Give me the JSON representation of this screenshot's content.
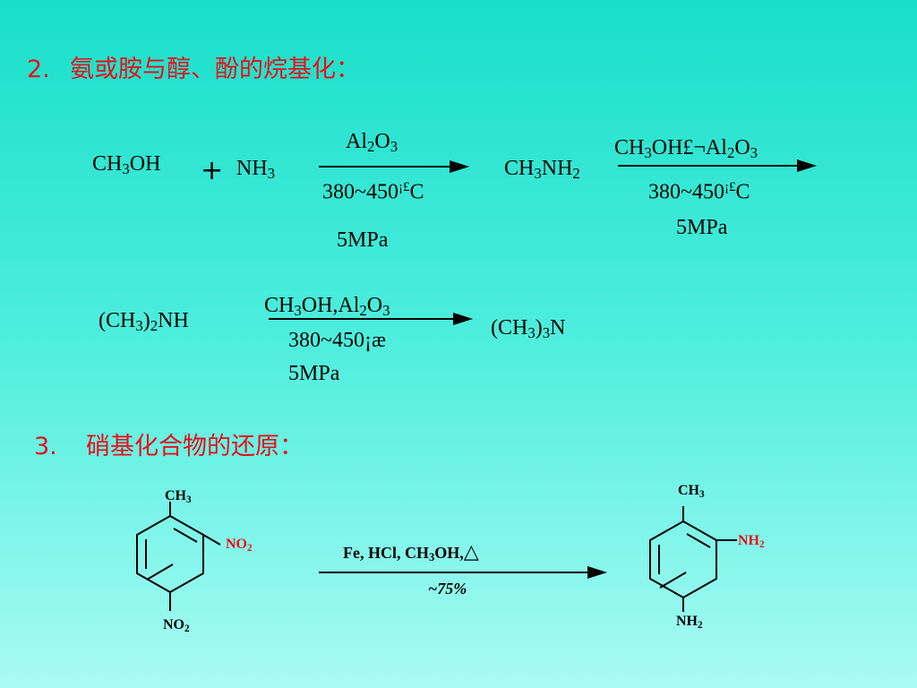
{
  "section2": {
    "number": "2.",
    "title": "氨或胺与醇、酚的烷基化："
  },
  "reaction1": {
    "reactant1": "CH3OH",
    "plus": "+",
    "reactant2": "NH3",
    "step1": {
      "above": "Al2O3",
      "below_temp": "380~450",
      "below_deg": "¡£",
      "below_unit": "C",
      "below2": "5MPa"
    },
    "product1": "CH3NH2",
    "step2": {
      "above": "CH3OH£¬Al2O3",
      "below_temp": "380~450",
      "below_deg": "¡£",
      "below_unit": "C",
      "below2": "5MPa"
    }
  },
  "reaction2": {
    "reactant": "(CH3)2NH",
    "above": "CH3OH,Al2O3",
    "below1": "380~450¡æ",
    "below2": "5MPa",
    "product": "(CH3)3N"
  },
  "section3": {
    "number": "3.",
    "title": "硝基化合物的还原："
  },
  "reaction3": {
    "reactant": {
      "top": "CH3",
      "side": "NO2",
      "bottom": "NO2"
    },
    "conditions_above": "Fe, HCl, CH3OH,",
    "conditions_symbol": "△",
    "conditions_below": "~75%",
    "product": {
      "top": "CH3",
      "side": "NH2",
      "bottom": "NH2"
    }
  },
  "colors": {
    "heading": "#e8101a",
    "background_top": "#18dfc9",
    "background_bottom": "#a9fbf4"
  }
}
